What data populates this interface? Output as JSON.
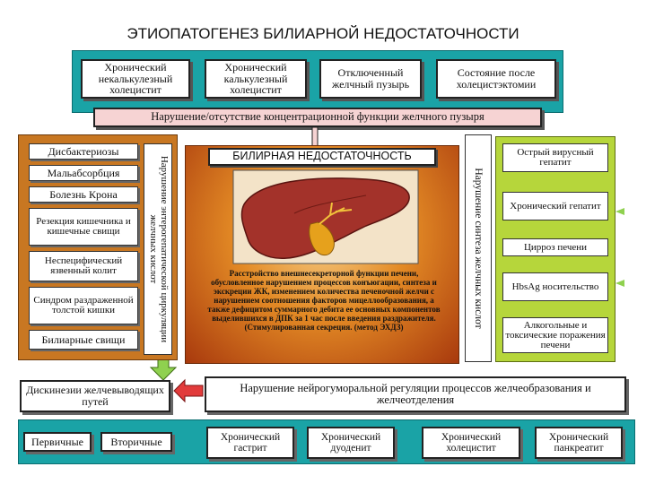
{
  "title": "ЭТИОПАТОГЕНЕЗ БИЛИАРНОЙ НЕДОСТАТОЧНОСТИ",
  "top_causes": [
    "Хронический некалькулезный холецистит",
    "Хронический калькулезный холецистит",
    "Отключенный желчный пузырь",
    "Состояние после холецистэктомии"
  ],
  "gallbladder_dysfunction": "Нарушение/отсутствие концентрационной функции желчного пузыря",
  "left_causes": [
    "Дисбактериозы",
    "Мальабсорбция",
    "Болезнь Крона",
    "Резекция кишечника и кишечные свищи",
    "Неспецифический язвенный колит",
    "Синдром раздраженной толстой кишки",
    "Билиарные свищи"
  ],
  "left_vertical": "Нарушение энтерогепатической циркуляции желчных кислот",
  "center_title": "БИЛИРНАЯ НЕДОСТАТОЧНОСТЬ",
  "center_description": "Расстройство внешнесекреторной функции печени, обусловленное нарушением процессов конъюгации, синтеза и экскреции ЖК, изменением количества печеночной желчи с нарушением соотношения факторов мицеллообразования, а также дефицитом суммарного дебита ее основных компонентов выделившихся в ДПК за 1 час после введения раздражителя. (Стимулированная секреция. (метод ЭХДЗ)",
  "right_vertical": "Нарушение синтеза желчных кислот",
  "right_causes": [
    "Острый вирусный гепатит",
    "Хронический гепатит",
    "Цирроз печени",
    "HbsAg носительство",
    "Алкогольные и токсические поражения печени"
  ],
  "dyskinesia": "Дискинезии желчевыводящих путей",
  "dyskinesia_types": [
    "Первичные",
    "Вторичные"
  ],
  "neurohumoral": "Нарушение нейрогуморальной регуляции процессов желчеобразования и желчеотделения",
  "bottom_diseases": [
    "Хронический гастрит",
    "Хронический дуоденит",
    "Хронический холецистит",
    "Хронический панкреатит"
  ],
  "colors": {
    "teal": "#1aa3a6",
    "orange": "#c87722",
    "green": "#b6d63b",
    "pink": "#f6d3d3",
    "arrow_green": "#8fd14f",
    "arrow_red": "#e23b3b"
  }
}
